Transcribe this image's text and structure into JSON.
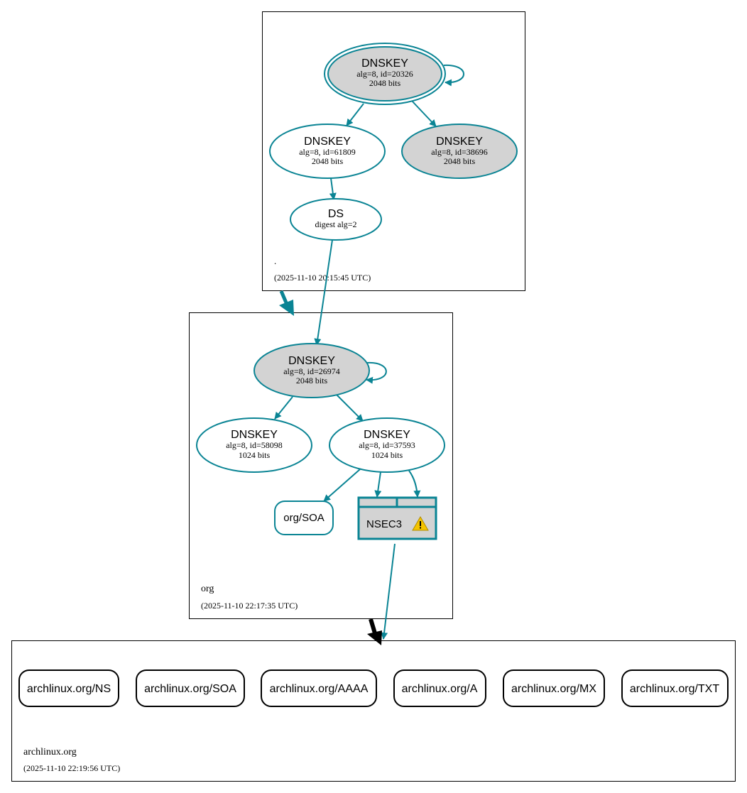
{
  "zones": {
    "root": {
      "name": ".",
      "timestamp": "(2025-11-10 20:15:45 UTC)"
    },
    "org": {
      "name": "org",
      "timestamp": "(2025-11-10 22:17:35 UTC)"
    },
    "archlinux": {
      "name": "archlinux.org",
      "timestamp": "(2025-11-10 22:19:56 UTC)"
    }
  },
  "nodes": {
    "root_ksk": {
      "title": "DNSKEY",
      "line1": "alg=8, id=20326",
      "line2": "2048 bits"
    },
    "root_zsk1": {
      "title": "DNSKEY",
      "line1": "alg=8, id=61809",
      "line2": "2048 bits"
    },
    "root_zsk2": {
      "title": "DNSKEY",
      "line1": "alg=8, id=38696",
      "line2": "2048 bits"
    },
    "org_ds": {
      "title": "DS",
      "line1": "digest alg=2"
    },
    "org_ksk": {
      "title": "DNSKEY",
      "line1": "alg=8, id=26974",
      "line2": "2048 bits"
    },
    "org_zsk1": {
      "title": "DNSKEY",
      "line1": "alg=8, id=58098",
      "line2": "1024 bits"
    },
    "org_zsk2": {
      "title": "DNSKEY",
      "line1": "alg=8, id=37593",
      "line2": "1024 bits"
    },
    "org_soa": {
      "label": "org/SOA"
    },
    "nsec3": {
      "label": "NSEC3",
      "icon": "warning-icon"
    }
  },
  "records": [
    {
      "label": "archlinux.org/NS"
    },
    {
      "label": "archlinux.org/SOA"
    },
    {
      "label": "archlinux.org/AAAA"
    },
    {
      "label": "archlinux.org/A"
    },
    {
      "label": "archlinux.org/MX"
    },
    {
      "label": "archlinux.org/TXT"
    }
  ],
  "colors": {
    "edge": "#0a8494",
    "keyfill": "#d3d3d3",
    "delegation_insecure": "#000000",
    "warning": "#f5c400"
  }
}
